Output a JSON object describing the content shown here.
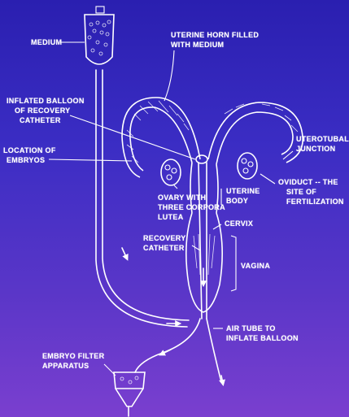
{
  "labels": {
    "medium": "MEDIUM",
    "uterine_horn_1": "UTERINE HORN FILLED",
    "uterine_horn_2": "WITH MEDIUM",
    "balloon_1": "INFLATED BALLOON",
    "balloon_2": "OF RECOVERY",
    "balloon_3": "CATHETER",
    "uterotubal_1": "UTEROTUBAL",
    "uterotubal_2": "JUNCTION",
    "embryos_1": "LOCATION OF",
    "embryos_2": "EMBRYOS",
    "oviduct_1": "OVIDUCT -- THE",
    "oviduct_2": "SITE OF",
    "oviduct_3": "FERTILIZATION",
    "ovary_1": "OVARY WITH",
    "ovary_2": "THREE CORPORA",
    "ovary_3": "LUTEA",
    "body_1": "UTERINE",
    "body_2": "BODY",
    "cervix": "CERVIX",
    "catheter_1": "RECOVERY",
    "catheter_2": "CATHETER",
    "vagina": "VAGINA",
    "airtube_1": "AIR TUBE TO",
    "airtube_2": "INFLATE BALLOON",
    "filter_1": "EMBRYO FILTER",
    "filter_2": "APPARATUS"
  },
  "colors": {
    "background_top": "#2a1fb0",
    "background_bottom": "#7a3fcf",
    "line": "#ffffff"
  }
}
